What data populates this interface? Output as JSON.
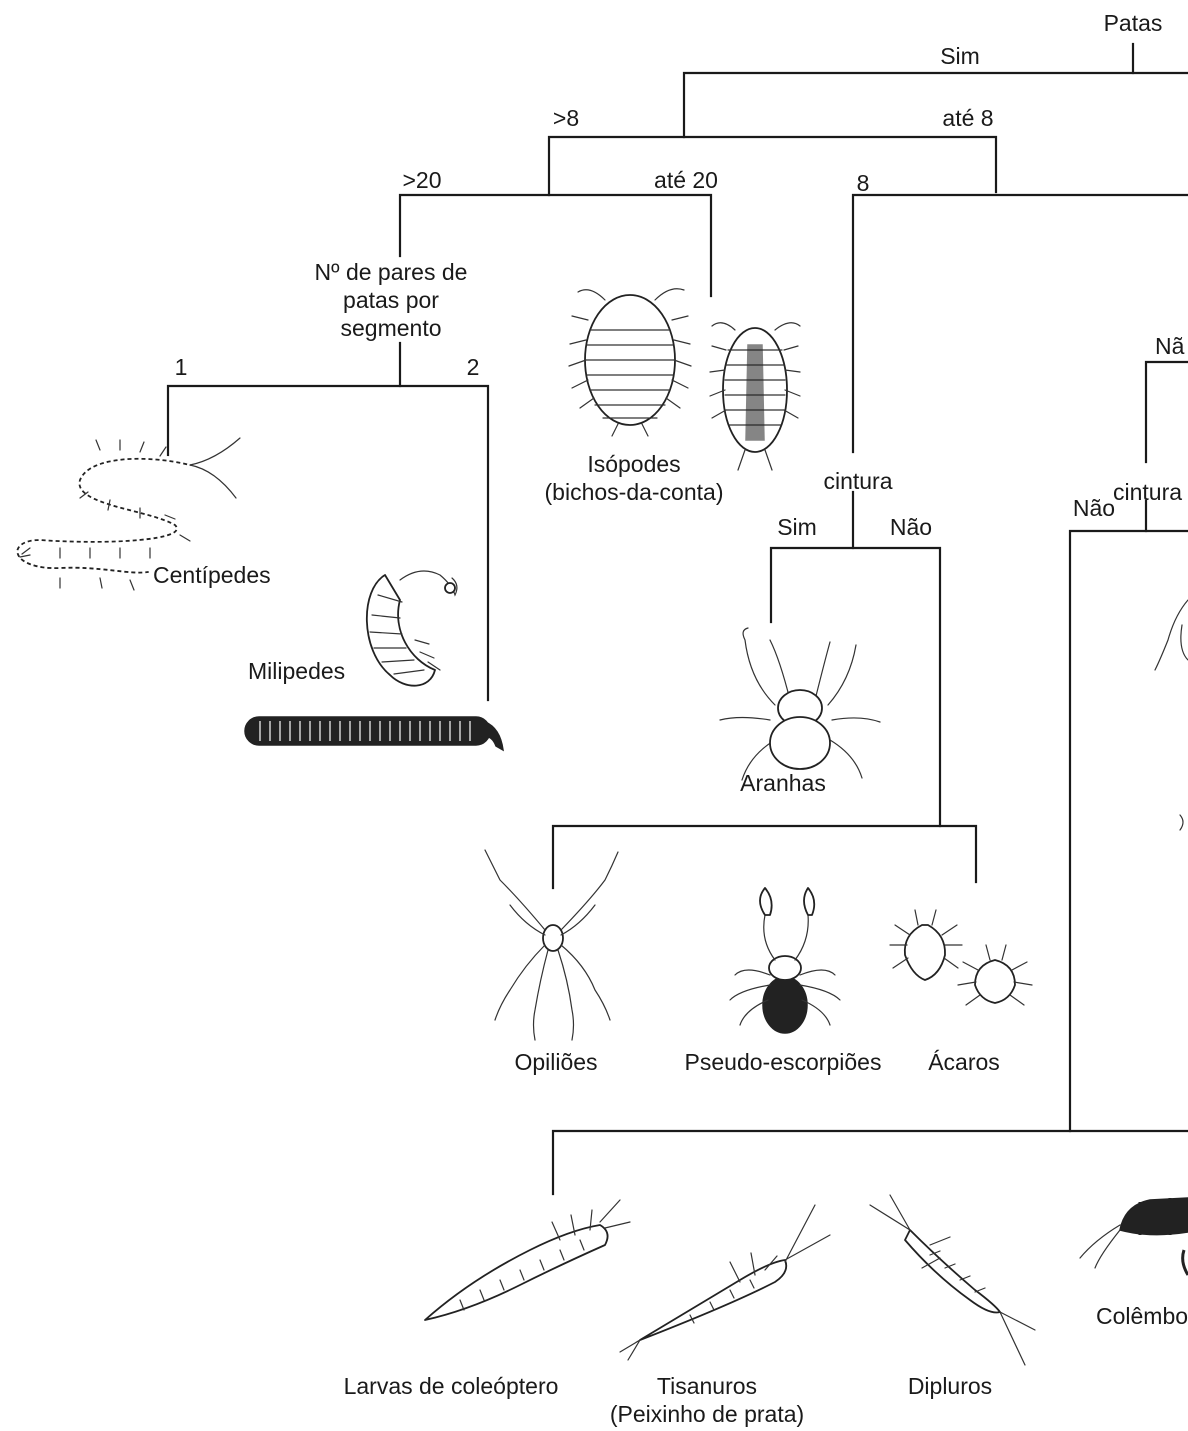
{
  "root_label": "Patas",
  "branches": {
    "sim_top": "Sim",
    "gt8": ">8",
    "ate8": "até 8",
    "gt20": ">20",
    "ate20": "até 20",
    "eight": "8",
    "pair_one": "1",
    "pair_two": "2",
    "nao_right": "Nã",
    "cintura_sim": "Sim",
    "cintura_nao": "Não",
    "nao_right2": "Não"
  },
  "nodes": {
    "pairs_question": "Nº de pares de\npatas por\nsegmento",
    "cintura_center": "cintura",
    "cintura_right": "cintura"
  },
  "taxa": {
    "isopodes": "Isópodes\n(bichos-da-conta)",
    "centipedes": "Centípedes",
    "milipedes": "Milipedes",
    "aranhas": "Aranhas",
    "opilioes": "Opiliões",
    "pseudo": "Pseudo-escorpiões",
    "acaros": "Ácaros",
    "larvas": "Larvas de coleóptero",
    "tisanuros": "Tisanuros\n(Peixinho de prata)",
    "dipluros": "Dipluros",
    "colembolos": "Colêmbo"
  }
}
